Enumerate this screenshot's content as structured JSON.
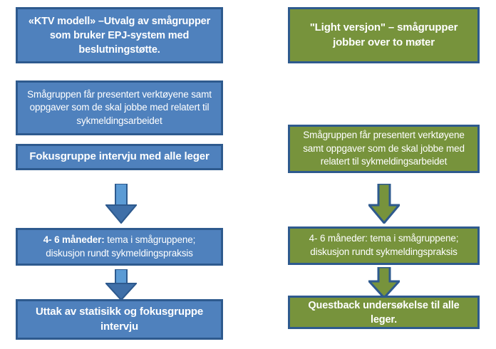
{
  "diagram": {
    "title_semantic": "ktv-modell-vs-light-versjon-flowchart",
    "colors": {
      "blue_fill": "#4f81bd",
      "green_fill": "#77933c",
      "border": "#2e5a8e",
      "text": "#ffffff",
      "background": "#ffffff",
      "arrow_blue_fill": "#5b9bd5",
      "arrow_blue_dark": "#3f6fa8",
      "arrow_green_fill": "#77933c"
    },
    "columns": [
      {
        "id": "left-column",
        "name": "ktv-modell-column",
        "color": "blue",
        "nodes": [
          {
            "id": "ktv-modell-header",
            "name": "node-ktv-modell-header",
            "bold": true,
            "lines": [
              "«KTV modell» –Utvalg av smågrupper",
              "som bruker  EPJ-system med",
              "beslutningstøtte."
            ]
          },
          {
            "id": "left-smagruppen-verktoy",
            "name": "node-smagruppen-verktoy-blue",
            "bold": false,
            "lines": [
              "Smågruppen får presentert verktøyene samt",
              "oppgaver som de skal jobbe med relatert til",
              "sykmeldingsarbeidet"
            ]
          },
          {
            "id": "left-fokusgruppe-intervju",
            "name": "node-fokusgruppe-intervju",
            "bold": true,
            "lines": [
              "Fokusgruppe intervju med alle leger"
            ]
          },
          {
            "id": "left-4-6-maneder",
            "name": "node-4-6-maneder-blue",
            "bold": false,
            "bold_prefix": "4- 6 måneder:",
            "lines": [
              "4- 6 måneder: tema i smågruppene;",
              "diskusjon rundt sykmeldingspraksis"
            ]
          },
          {
            "id": "left-uttak-statistikk",
            "name": "node-uttak-statisikk-fokusgruppe",
            "bold": true,
            "lines": [
              "Uttak av statisikk og fokusgruppe",
              "intervju"
            ]
          }
        ],
        "arrows": [
          {
            "id": "left-arrow-1",
            "name": "arrow-down-blue-1"
          },
          {
            "id": "left-arrow-2",
            "name": "arrow-down-blue-2"
          }
        ]
      },
      {
        "id": "right-column",
        "name": "light-versjon-column",
        "color": "green",
        "nodes": [
          {
            "id": "light-versjon-header",
            "name": "node-light-versjon-header",
            "bold": true,
            "lines": [
              "\"Light versjon\" – smågrupper",
              "jobber over to møter"
            ]
          },
          {
            "id": "right-smagruppen-verktoy",
            "name": "node-smagruppen-verktoy-green",
            "bold": false,
            "lines": [
              "Smågruppen får presentert verktøyene",
              "samt oppgaver som de skal jobbe med",
              "relatert til sykmeldingsarbeidet"
            ]
          },
          {
            "id": "right-4-6-maneder",
            "name": "node-4-6-maneder-green",
            "bold": false,
            "lines": [
              "4- 6 måneder: tema i smågruppene;",
              "diskusjon rundt sykmeldingspraksis"
            ]
          },
          {
            "id": "right-questback",
            "name": "node-questback-undersokelse",
            "bold": true,
            "lines": [
              "Questback undersøkelse til alle leger."
            ]
          }
        ],
        "arrows": [
          {
            "id": "right-arrow-1",
            "name": "arrow-down-green-1"
          },
          {
            "id": "right-arrow-2",
            "name": "arrow-down-green-2"
          }
        ]
      }
    ]
  }
}
